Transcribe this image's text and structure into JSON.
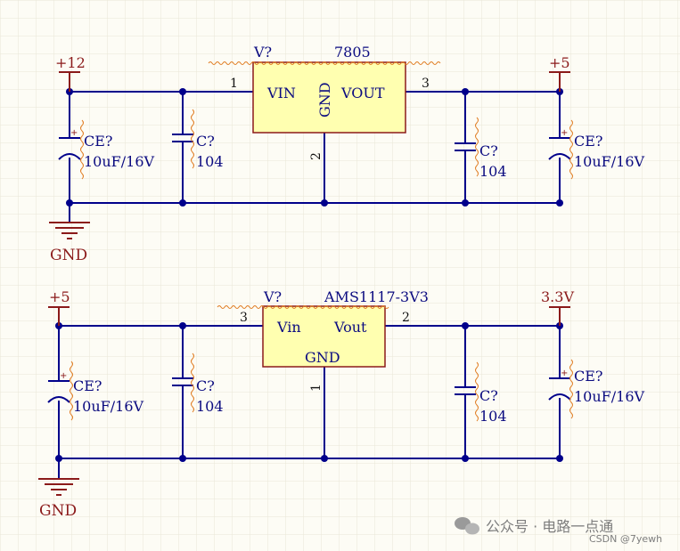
{
  "colors": {
    "wire": "#00008b",
    "label": "#0b0b80",
    "power": "#8b1a1a",
    "ic_fill": "#ffffb0",
    "ic_border": "#8b1a1a",
    "squiggle": "#e07b20",
    "grid": "#e9e6d6"
  },
  "top": {
    "vin_rail": "+12",
    "vout_rail": "+5",
    "ground": "GND",
    "regulator": {
      "designator": "V?",
      "part": "7805",
      "in_pin": "VIN",
      "gnd_pin": "GND",
      "out_pin": "VOUT",
      "in_num": "1",
      "gnd_num": "2",
      "out_num": "3"
    },
    "ce_in": {
      "designator": "CE?",
      "value": "10uF/16V"
    },
    "c_in": {
      "designator": "C?",
      "value": "104"
    },
    "c_out": {
      "designator": "C?",
      "value": "104"
    },
    "ce_out": {
      "designator": "CE?",
      "value": "10uF/16V"
    }
  },
  "bottom": {
    "vin_rail": "+5",
    "vout_rail": "3.3V",
    "ground": "GND",
    "regulator": {
      "designator": "V?",
      "part": "AMS1117-3V3",
      "in_pin": "Vin",
      "gnd_pin": "GND",
      "out_pin": "Vout",
      "in_num": "3",
      "gnd_num": "1",
      "out_num": "2"
    },
    "ce_in": {
      "designator": "CE?",
      "value": "10uF/16V"
    },
    "c_in": {
      "designator": "C?",
      "value": "104"
    },
    "c_out": {
      "designator": "C?",
      "value": "104"
    },
    "ce_out": {
      "designator": "CE?",
      "value": "10uF/16V"
    }
  },
  "watermark": {
    "channel": "公众号 · 电路一点通",
    "credit": "CSDN @7yewh"
  }
}
